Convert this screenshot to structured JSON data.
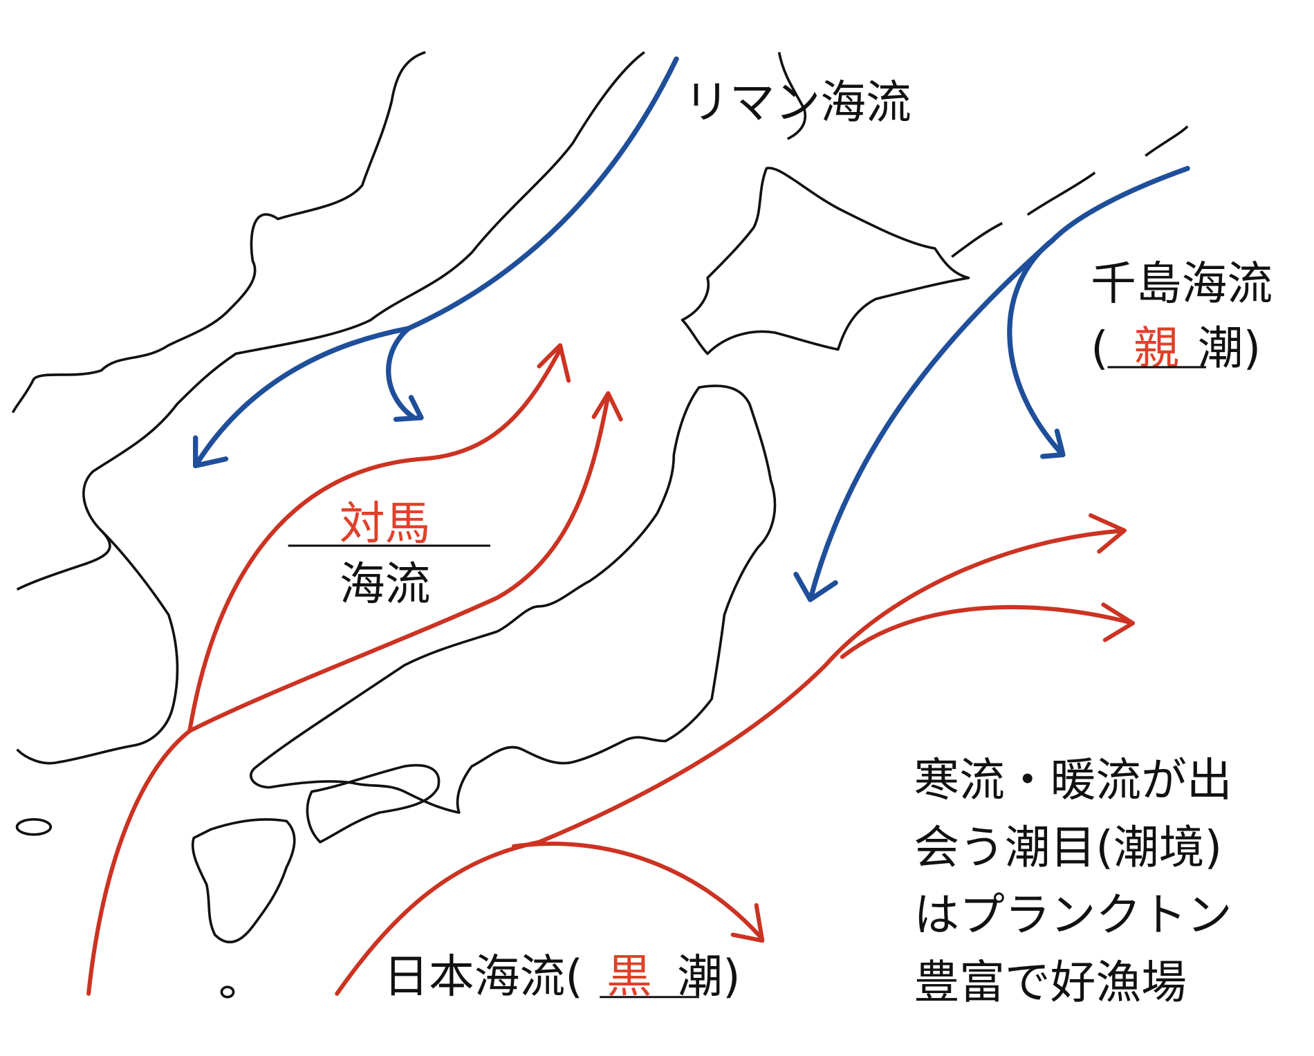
{
  "currents": {
    "liman": {
      "label": "リマン海流",
      "type": "cold"
    },
    "chishima": {
      "label": "千島海流",
      "alias_open": "(",
      "alias_answer": "親",
      "alias_close": "潮)",
      "type": "cold"
    },
    "tsushima": {
      "answer": "対馬",
      "label_suffix": "海流",
      "type": "warm"
    },
    "nihon": {
      "label": "日本海流(",
      "alias_answer": "黒",
      "alias_close": "潮)",
      "type": "warm"
    }
  },
  "note": {
    "lines": [
      "寒流・暖流が出",
      "会う潮目(潮境)",
      "はプランクトン",
      "豊富で好漁場"
    ]
  },
  "colors": {
    "cold_current": "#1f4f9a",
    "warm_current": "#cc3322",
    "answer_text": "#e0402a"
  }
}
